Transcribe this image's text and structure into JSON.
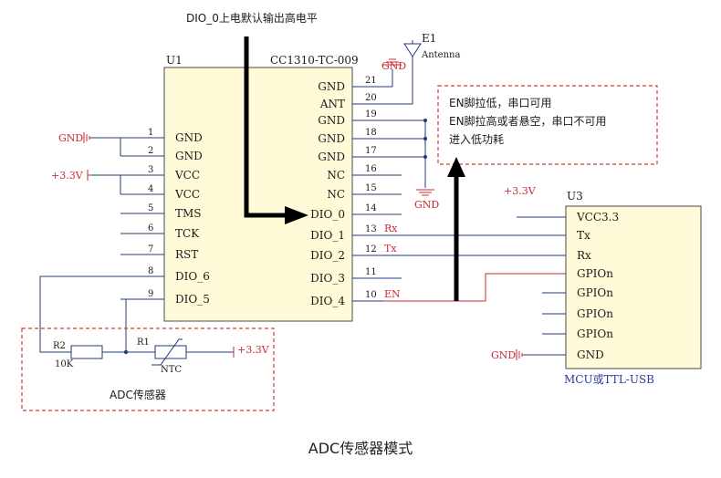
{
  "title_note": "DIO_0上电默认输出高电平",
  "caption": "ADC传感器模式",
  "u1": {
    "ref": "U1",
    "part": "CC1310-TC-009",
    "left_pins": [
      {
        "num": "1",
        "name": "GND"
      },
      {
        "num": "2",
        "name": "GND"
      },
      {
        "num": "3",
        "name": "VCC"
      },
      {
        "num": "4",
        "name": "VCC"
      },
      {
        "num": "5",
        "name": "TMS"
      },
      {
        "num": "6",
        "name": "TCK"
      },
      {
        "num": "7",
        "name": "RST"
      },
      {
        "num": "8",
        "name": "DIO_6"
      },
      {
        "num": "9",
        "name": "DIO_5"
      }
    ],
    "right_pins": [
      {
        "num": "21",
        "name": "GND"
      },
      {
        "num": "20",
        "name": "ANT"
      },
      {
        "num": "19",
        "name": "GND"
      },
      {
        "num": "18",
        "name": "GND"
      },
      {
        "num": "17",
        "name": "GND"
      },
      {
        "num": "16",
        "name": "NC"
      },
      {
        "num": "15",
        "name": "NC"
      },
      {
        "num": "14",
        "name": "DIO_0"
      },
      {
        "num": "13",
        "name": "DIO_1"
      },
      {
        "num": "12",
        "name": "DIO_2"
      },
      {
        "num": "11",
        "name": "DIO_3"
      },
      {
        "num": "10",
        "name": "DIO_4"
      }
    ]
  },
  "u3": {
    "ref": "U3",
    "part": "MCU或TTL-USB",
    "pins": [
      "VCC3.3",
      "Tx",
      "Rx",
      "GPIOn",
      "GPIOn",
      "GPIOn",
      "GPIOn",
      "GND"
    ]
  },
  "antenna": {
    "ref": "E1",
    "name": "Antenna"
  },
  "nets": {
    "gnd": "GND",
    "vcc": "+3.3V",
    "rx": "Rx",
    "tx": "Tx",
    "en": "EN"
  },
  "r2": {
    "ref": "R2",
    "value": "10K"
  },
  "r1": {
    "ref": "R1",
    "value": "NTC"
  },
  "adc_box_label": "ADC传感器",
  "en_note": [
    "EN脚拉低，串口可用",
    "EN脚拉高或者悬空，串口不可用",
    "进入低功耗"
  ],
  "colors": {
    "wire": "#203a7a",
    "net_label": "#cc2a36",
    "chip_fill": "#fffbd8",
    "dash": "#d63a3a"
  }
}
